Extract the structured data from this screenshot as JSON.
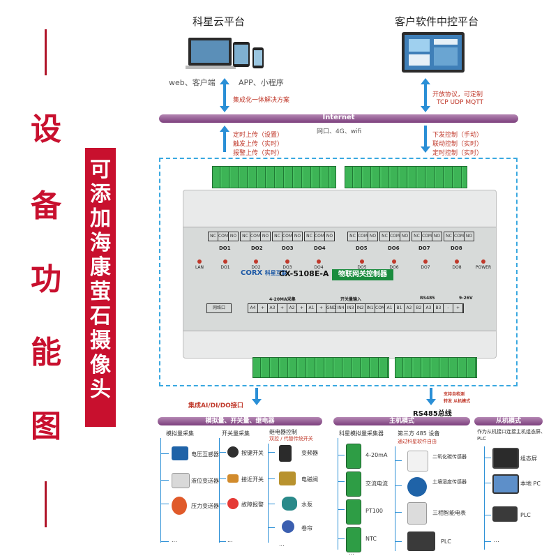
{
  "side_title": [
    "设",
    "备",
    "功",
    "能",
    "图"
  ],
  "banner_chars": [
    "可",
    "添",
    "加",
    "海",
    "康",
    "萤",
    "石",
    "摄",
    "像",
    "头"
  ],
  "cloud": {
    "title": "科星云平台",
    "clients": "web、客户端",
    "app": "APP、小程序",
    "solution": "集成化一体解决方案"
  },
  "client": {
    "title": "客户软件中控平台",
    "protocol_line1": "开放协议，可定制",
    "protocol_line2": "TCP UDP MQTT"
  },
  "internet": {
    "label": "Internet",
    "sub": "网口、4G、wifi"
  },
  "upload": [
    "定时上传（设置）",
    "触发上传（实时）",
    "报警上传（实时）"
  ],
  "control": [
    "下发控制（手动）",
    "联动控制（实时）",
    "定时控制（实时）"
  ],
  "device": {
    "brand_logo": "CORX",
    "brand_cn": "科星互联",
    "model": "CX-5108E-A",
    "subtitle": "物联网关控制器",
    "relay_terms": [
      "NC",
      "COM",
      "NO"
    ],
    "do_labels_top": [
      "DO1",
      "DO2",
      "DO3",
      "DO4",
      "DO5",
      "DO6",
      "DO7",
      "DO8"
    ],
    "leds": [
      "LAN",
      "DO1",
      "DO2",
      "DO3",
      "DO4",
      "DO5",
      "DO6",
      "DO7",
      "DO8",
      "POWER"
    ],
    "group_ai": "4-20MA采集",
    "group_di": "开关量输入",
    "group_rs": "RS485",
    "group_pw": "9-26V",
    "net_port": "网络口",
    "ports": [
      "A4",
      "+",
      "A3",
      "+",
      "A2",
      "+",
      "A1",
      "+",
      "GND",
      "IN4",
      "IN3",
      "IN2",
      "IN1",
      "COM",
      "A1",
      "B1",
      "A2",
      "B2",
      "A3",
      "B3",
      "-",
      "+"
    ]
  },
  "bottom": {
    "interface_label": "集成AI/DI/DO接口",
    "rs485_label": "RS485总线",
    "rs485_note1": "支持自检测",
    "rs485_note2": "转发 从机模式",
    "bar1": "模拟量、开关量、继电器",
    "bar2": "主机模式",
    "bar3": "从机模式",
    "col1_title": "模拟量采集",
    "col1_items": [
      "电压互感器",
      "液位变送器",
      "压力变送器",
      "..."
    ],
    "col2_title": "开关量采集",
    "col2_items": [
      "按键开关",
      "接近开关",
      "故障报警",
      "..."
    ],
    "col3_title": "继电器控制",
    "col3_sub": "双控 / 代替传统开关",
    "col3_items": [
      "变频器",
      "电磁阀",
      "水泵",
      "卷帘",
      "..."
    ],
    "col4_title": "科星模拟量采集器",
    "col4_items": [
      "4-20mA",
      "交流电流",
      "PT100",
      "NTC",
      "..."
    ],
    "col5_title": "第三方 485 设备",
    "col5_sub": "通过科星软件自由",
    "col5_items": [
      "二氧化碳传感器",
      "土壤湿度传感器",
      "三相智能电表",
      "PLC"
    ],
    "col6_title": "作为从机接口连接主机组态屏、PLC",
    "col6_items": [
      "组态屏",
      "本地 PC",
      "PLC",
      "..."
    ]
  },
  "colors": {
    "accent_red": "#c8102e",
    "arrow_blue": "#2a8fd6",
    "bar_purple": "#8a4b8b",
    "terminal_green": "#2e9d45"
  }
}
